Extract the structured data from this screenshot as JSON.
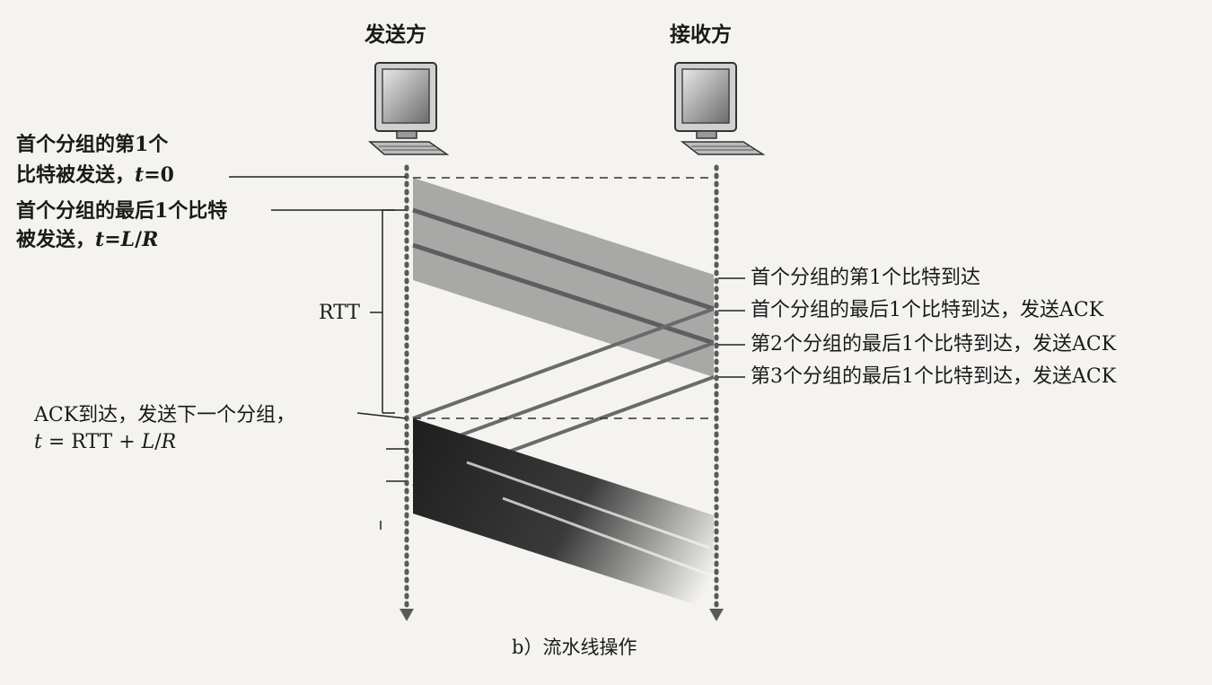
{
  "header": {
    "sender": "发送方",
    "receiver": "接收方"
  },
  "left_labels": {
    "first_bit_sent_1": "首个分组的第1个",
    "first_bit_sent_2": "比特被发送，",
    "first_bit_sent_t": "t",
    "first_bit_sent_eq": "=0",
    "last_bit_sent_1": "首个分组的最后1个比特",
    "last_bit_sent_2": "被发送，",
    "last_bit_sent_t": "t",
    "last_bit_sent_eq": "=",
    "last_bit_sent_L": "L",
    "last_bit_sent_slash": "/",
    "last_bit_sent_R": "R",
    "rtt": "RTT",
    "ack_arrives_1": "ACK到达，发送下一个分组，",
    "ack_t": "t",
    "ack_eq": " = RTT + ",
    "ack_L": "L",
    "ack_slash": "/",
    "ack_R": "R"
  },
  "right_labels": {
    "first_bit_arrives": "首个分组的第1个比特到达",
    "pkt1_last_bit": "首个分组的最后1个比特到达，发送ACK",
    "pkt2_last_bit": "第2个分组的最后1个比特到达，发送ACK",
    "pkt3_last_bit": "第3个分组的最后1个比特到达，发送ACK"
  },
  "caption": "b）流水线操作",
  "colors": {
    "packet_band": "#9a9a9a",
    "packet_line": "#5e5e5e",
    "ack_line": "#6a6a6a",
    "timeline": "#5a5a5a"
  }
}
